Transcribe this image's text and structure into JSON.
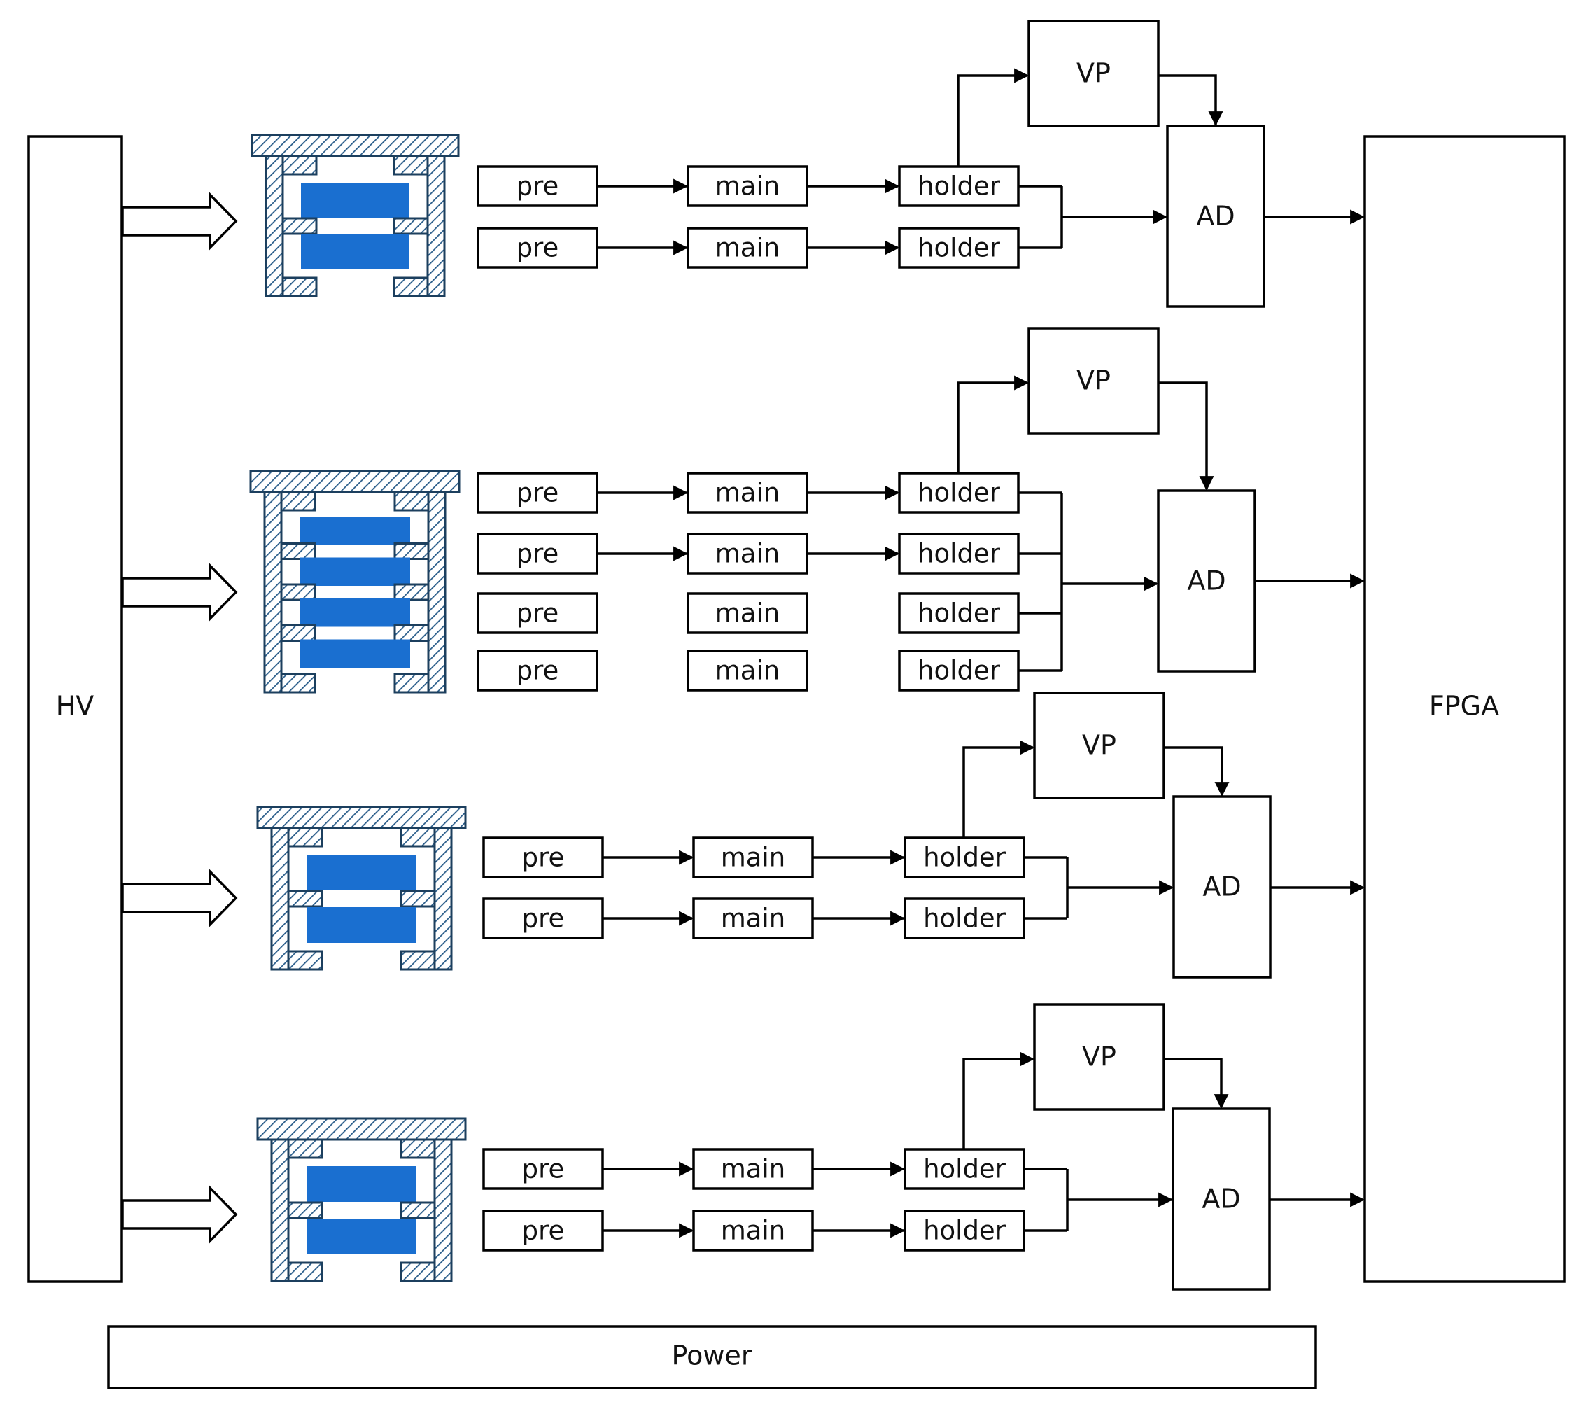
{
  "labels": {
    "hv": "HV",
    "fpga": "FPGA",
    "power": "Power",
    "pre": "pre",
    "main": "main",
    "holder": "holder",
    "vp": "VP",
    "ad": "AD"
  },
  "colors": {
    "line": "#000000",
    "crystal": "#1a6fd0",
    "hatch": "#2a5d8a",
    "background": "#ffffff"
  },
  "groups": [
    {
      "detector_layers": 2,
      "channels": [
        {
          "connected": true
        },
        {
          "connected": true
        }
      ]
    },
    {
      "detector_layers": 4,
      "channels": [
        {
          "connected": true
        },
        {
          "connected": true
        },
        {
          "connected": false
        },
        {
          "connected": false
        }
      ]
    },
    {
      "detector_layers": 2,
      "channels": [
        {
          "connected": true
        },
        {
          "connected": true
        }
      ]
    },
    {
      "detector_layers": 2,
      "channels": [
        {
          "connected": true
        },
        {
          "connected": true
        }
      ]
    }
  ]
}
